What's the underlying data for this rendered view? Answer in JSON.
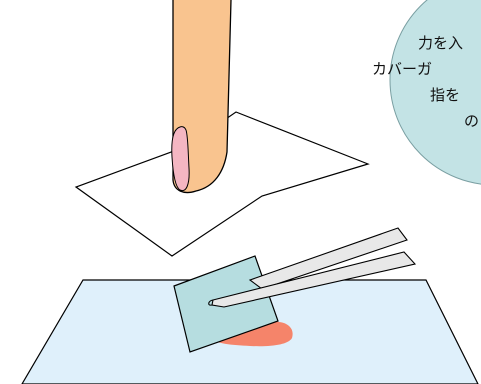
{
  "colors": {
    "background": "#ffffff",
    "finger": "#f9c48f",
    "nail": "#f4b6c2",
    "slide": "#dff0fb",
    "cover_glass": "#b6dde0",
    "specimen": "#f5846a",
    "callout_bubble": "#c3e3e5",
    "forceps": "#e8e8e8",
    "outline": "#000000"
  },
  "callout": {
    "lines": [
      "力を入",
      "カバーガ",
      "指を",
      "の"
    ]
  }
}
